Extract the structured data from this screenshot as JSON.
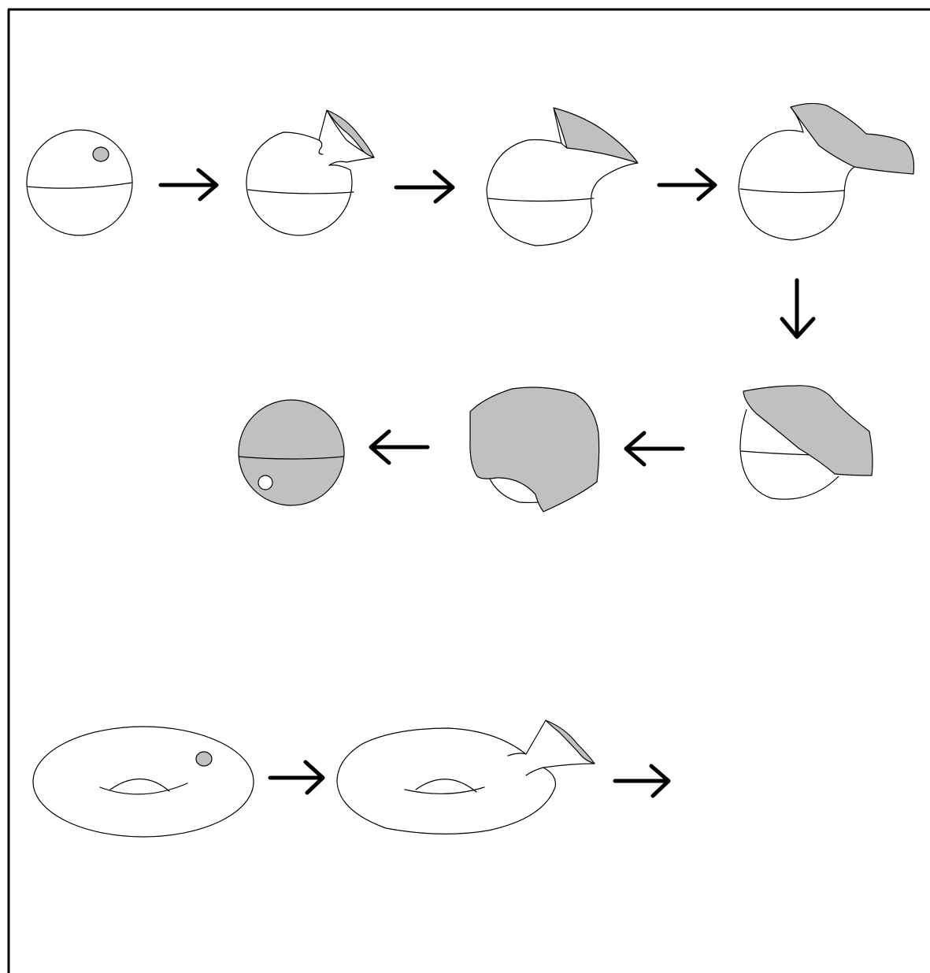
{
  "colors": {
    "background": "#ffffff",
    "outline": "#000000",
    "shaded_region": "#c0c0c0",
    "frame": "#000000"
  },
  "sphere_sequence": {
    "stages": [
      "sphere-with-shaded-disk",
      "disk-pulled-out",
      "disk-stretched",
      "disk-stretched-wider",
      "disk-folding-over",
      "disk-covering-sphere",
      "inverted-sphere"
    ],
    "arrows": [
      "right",
      "right",
      "right",
      "down",
      "left",
      "left"
    ]
  },
  "torus_sequence": {
    "stages": [
      "torus-with-shaded-disk",
      "disk-pulled-out"
    ],
    "arrows": [
      "right",
      "right"
    ]
  }
}
